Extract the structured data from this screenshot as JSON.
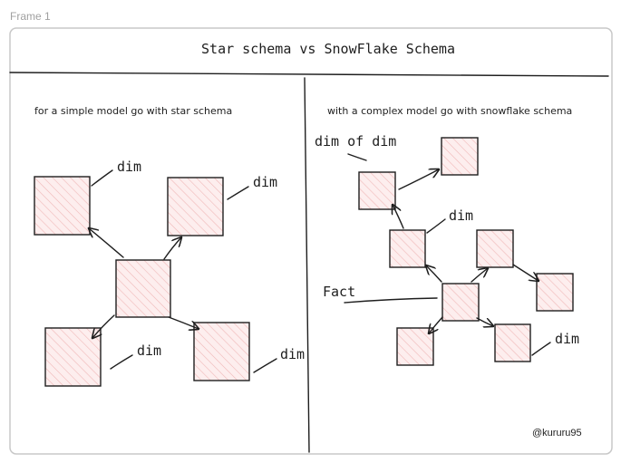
{
  "frame": {
    "label": "Frame 1"
  },
  "title": "Star schema vs SnowFlake Schema",
  "star": {
    "caption": "for a simple model go with star schema",
    "dim_label": "dim"
  },
  "snowflake": {
    "caption": "with a complex model go with snowflake schema",
    "dim_of_dim_label": "dim of dim",
    "dim_label": "dim",
    "fact_label": "Fact"
  },
  "credit": "@kururu95",
  "colors": {
    "box_fill": "#fdeeee",
    "hatch": "#f0b8b8",
    "ink": "#1e1e1e",
    "frame_border": "#c8c8c8"
  }
}
